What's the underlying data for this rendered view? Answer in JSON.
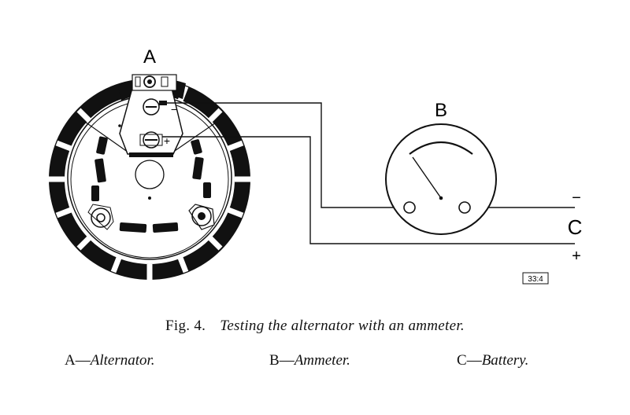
{
  "figure": {
    "number": "Fig. 4.",
    "title": "Testing the alternator with an ammeter.",
    "ref_code": "33:4"
  },
  "labels": {
    "alternator": "A",
    "ammeter": "B",
    "battery": "C",
    "battery_negative": "−",
    "battery_positive": "+",
    "terminal_minus": "−",
    "terminal_plus": "+"
  },
  "legend": [
    {
      "key": "A",
      "sep": "—",
      "text": "Alternator."
    },
    {
      "key": "B",
      "sep": "—",
      "text": "Ammeter."
    },
    {
      "key": "C",
      "sep": "—",
      "text": "Battery."
    }
  ]
}
